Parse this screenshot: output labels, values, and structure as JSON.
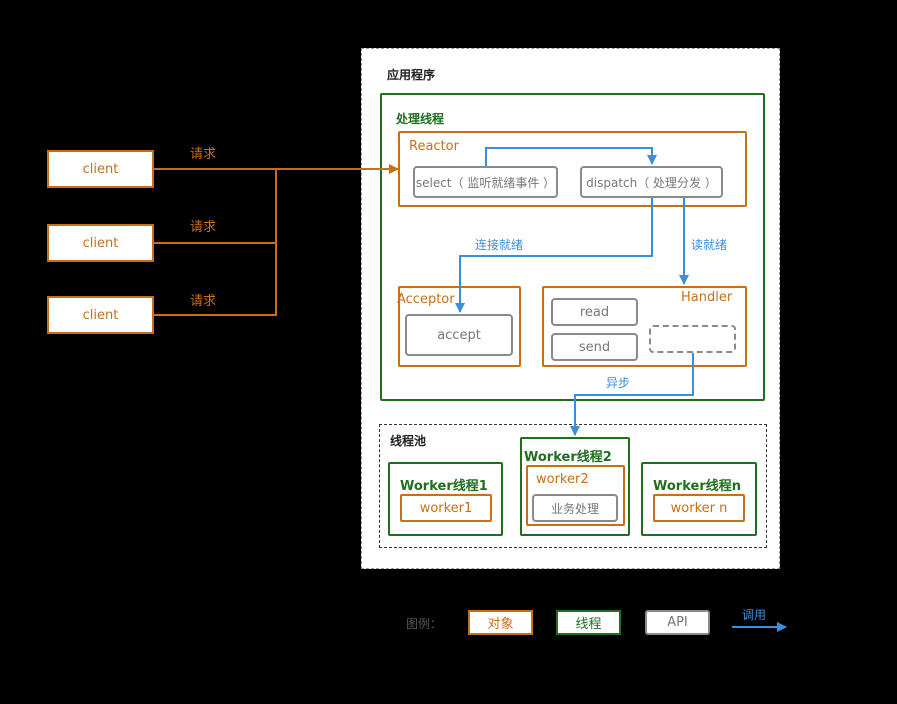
{
  "clients": [
    "client",
    "client",
    "client"
  ],
  "request_labels": [
    "请求",
    "请求",
    "请求"
  ],
  "app": {
    "title": "应用程序",
    "process_thread": {
      "title": "处理线程",
      "reactor": {
        "title": "Reactor",
        "select_label": "select（ 监听就绪事件 ）",
        "dispatch_label": "dispatch（ 处理分发 ）"
      },
      "edge_connect_ready": "连接就绪",
      "edge_read_ready": "读就绪",
      "acceptor": {
        "title": "Acceptor",
        "accept_label": "accept"
      },
      "handler": {
        "title": "Handler",
        "read_label": "read",
        "send_label": "send"
      },
      "edge_async": "异步"
    },
    "thread_pool": {
      "title": "线程池",
      "workers": [
        {
          "title": "Worker线程1",
          "object": "worker1"
        },
        {
          "title": "Worker线程2",
          "object": "worker2",
          "api": "业务处理"
        },
        {
          "title": "Worker线程n",
          "object": "worker n"
        }
      ]
    }
  },
  "legend": {
    "label": "图例：",
    "object": "对象",
    "thread": "线程",
    "api": "API",
    "call": "调用"
  },
  "colors": {
    "object": "#c86f17",
    "thread": "#1f6f1f",
    "api": "#8a8a8a",
    "call": "#3b8fd9"
  }
}
